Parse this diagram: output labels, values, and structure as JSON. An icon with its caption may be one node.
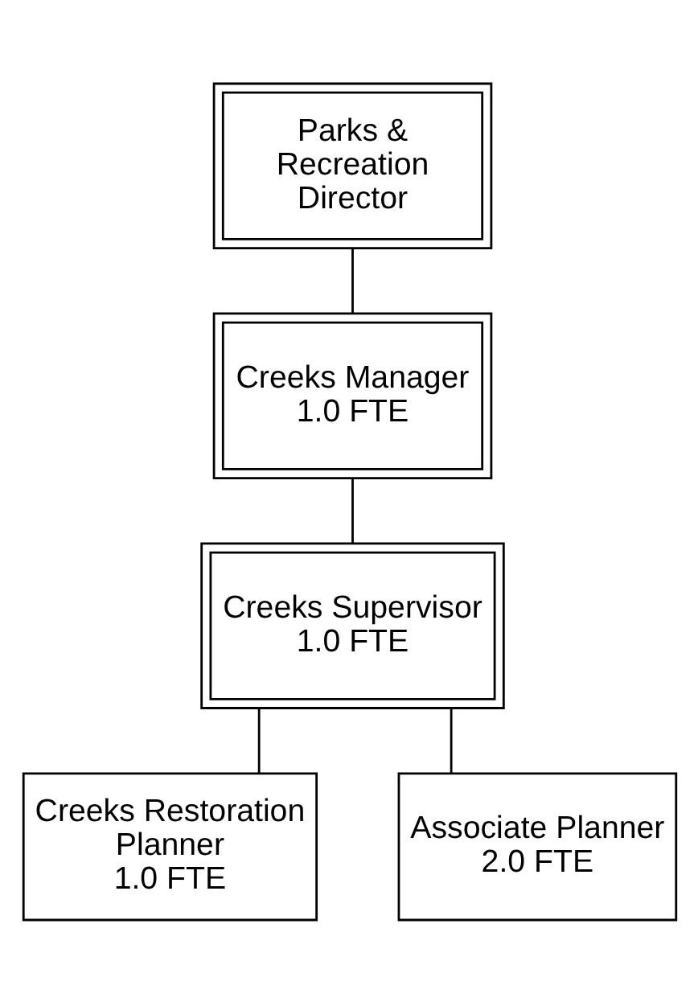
{
  "diagram": {
    "nodes": [
      {
        "text": [
          "Parks & Recreation Director"
        ]
      },
      {
        "text": [
          "Creeks Manager",
          "1.0 FTE"
        ]
      },
      {
        "text": [
          "Creeks Supervisor",
          "1.0 FTE"
        ]
      },
      {
        "text": [
          "Creeks Restoration Planner",
          "1.0 FTE"
        ]
      },
      {
        "text": [
          "Associate Planner",
          "2.0 FTE"
        ]
      }
    ],
    "edges": [
      {
        "from": 0,
        "to": 1,
        "arrow": "none"
      },
      {
        "from": 1,
        "to": 2,
        "arrow": "none"
      },
      {
        "from": 2,
        "to": 3,
        "arrow": "none"
      },
      {
        "from": 2,
        "to": 4,
        "arrow": "none"
      }
    ]
  }
}
